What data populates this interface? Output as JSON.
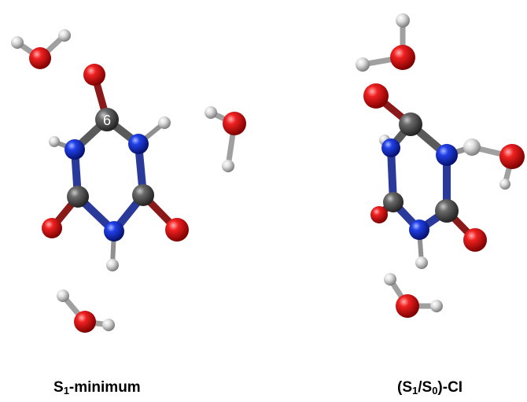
{
  "panels": [
    {
      "caption": {
        "main": "S",
        "sub": "1",
        "tail": "-minimum"
      },
      "atom_label": "6"
    },
    {
      "caption": {
        "open": "(S",
        "sub1": "1",
        "mid": "/S",
        "sub2": "0",
        "tail": ")-CI"
      }
    }
  ],
  "colors": {
    "oxygen": "#e01010",
    "nitrogen": "#1830d8",
    "carbon": "#5a5a5a",
    "hydrogen": "#d4d4d4",
    "text": "#000000",
    "background": "#ffffff"
  }
}
